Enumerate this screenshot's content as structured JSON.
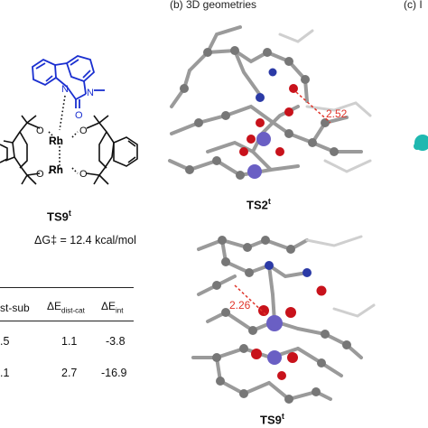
{
  "panel_b_title": "(b) 3D geometries",
  "panel_c_title": "(c) I",
  "structure": {
    "rh_top": "Rh",
    "rh_bottom": "Rh",
    "n_label": "N",
    "n_methyl": "N",
    "o_carbonyl": "O"
  },
  "ts9_label": "TS9",
  "ts9_sup": "t",
  "dg_text": "ΔG‡ = 12.4 kcal/mol",
  "table": {
    "headers": [
      {
        "main": "st-sub",
        "sub": ""
      },
      {
        "main": "ΔE",
        "sub": "dist-cat"
      },
      {
        "main": "ΔE",
        "sub": "int"
      }
    ],
    "rows": [
      [
        ".5",
        "1.1",
        "-3.8"
      ],
      [
        ".1",
        "2.7",
        "-16.9"
      ]
    ]
  },
  "ts2_label": "TS2",
  "ts2_sup": "t",
  "ts2_distance": "2.52",
  "ts9_3d_label": "TS9",
  "ts9_3d_sup": "t",
  "ts9_distance": "2.26",
  "colors": {
    "substrate_blue": "#1a2fd0",
    "distance_red": "#e0342a",
    "rh_purple": "#6a5fc4",
    "oxygen_red": "#c8121b",
    "carbon_grey": "#8a8a8a",
    "panel_c_cyan": "#1fb8b0"
  }
}
